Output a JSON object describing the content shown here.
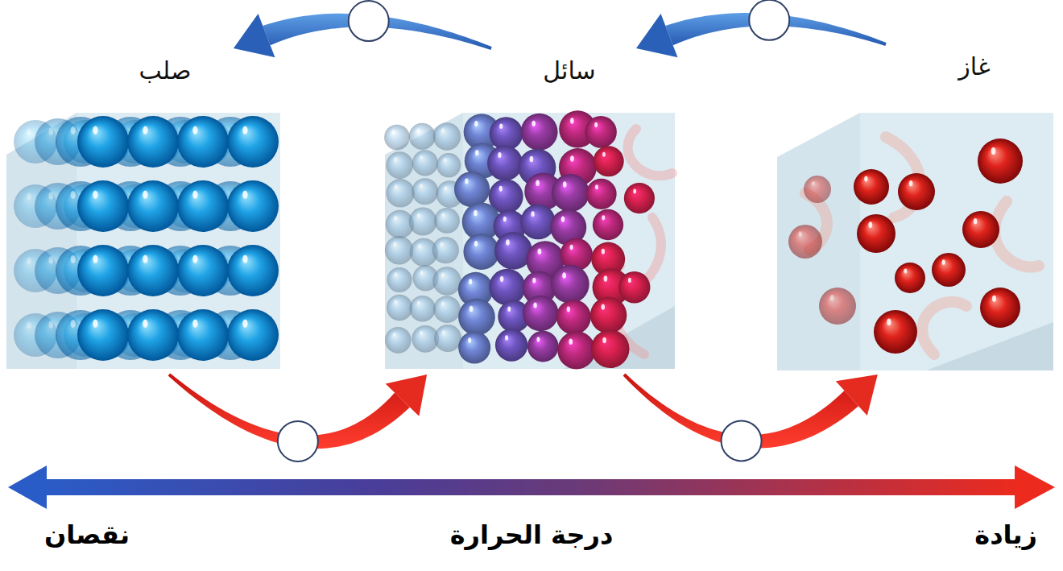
{
  "diagram": {
    "nodes": [
      {
        "text": [
          "غاز"
        ]
      },
      {
        "text": [
          "سائل"
        ]
      },
      {
        "text": [
          "صلب"
        ]
      }
    ],
    "edges": [
      {
        "from": 0,
        "to": 1,
        "arrow": "to"
      },
      {
        "from": 1,
        "to": 2,
        "arrow": "to"
      },
      {
        "from": 2,
        "to": 1,
        "arrow": "to"
      },
      {
        "from": 1,
        "to": 0,
        "arrow": "to"
      }
    ],
    "labels": [
      "نقصان",
      "درجة الحرارة",
      "زيادة"
    ]
  }
}
